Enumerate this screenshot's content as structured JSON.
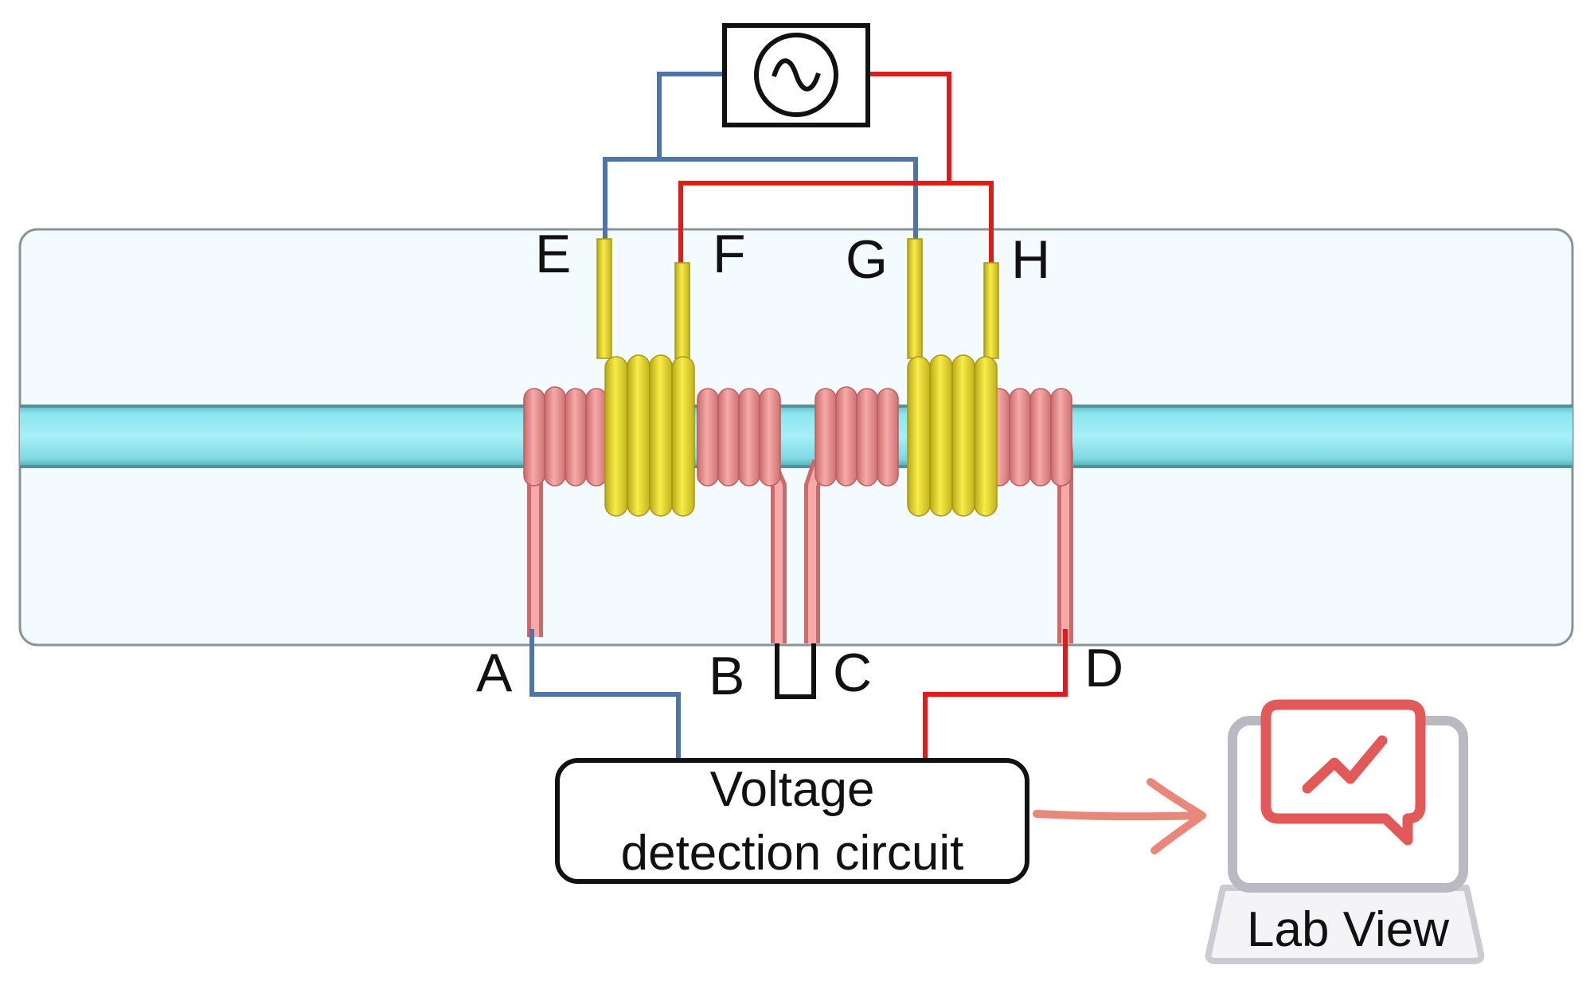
{
  "terminals": {
    "a": "A",
    "b": "B",
    "c": "C",
    "d": "D",
    "e": "E",
    "f": "F",
    "g": "G",
    "h": "H"
  },
  "detection_box": {
    "line1": "Voltage",
    "line2": "detection circuit"
  },
  "computer": {
    "label": "Lab View"
  },
  "icons": {
    "source": "ac-source-icon",
    "computer": "computer-chart-icon",
    "arrow": "arrow-right-icon"
  },
  "colors": {
    "primary_coil": "#f19c9c",
    "secondary_coil": "#f0e040",
    "rod": "#86e2ec",
    "wire_blue": "#4f74a8",
    "wire_red": "#dd1c1c",
    "panel": "#f3fbfe",
    "arrow": "#e9887a",
    "monitor_frame": "#b9b9c2",
    "monitor_screen": "#e35858"
  }
}
